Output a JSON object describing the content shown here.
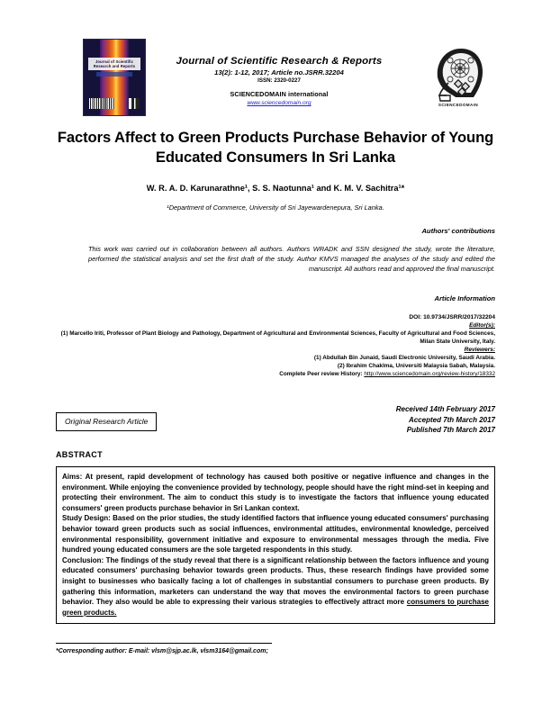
{
  "masthead": {
    "cover": {
      "title_lines": [
        "Journal of Scientific",
        "Research and Reports"
      ],
      "icon_name": "journal-cover-thumbnail"
    },
    "journal_name": "Journal of Scientific Research & Reports",
    "issue_line": "13(2): 1-12, 2017; Article no.JSRR.32204",
    "issn": "ISSN: 2320-0227",
    "publisher": "SCIENCEDOMAIN international",
    "publisher_site": "www.sciencedomain.org",
    "logo_label": "SCIENCEDOMAIN"
  },
  "article": {
    "title": "Factors Affect to Green Products Purchase Behavior of Young Educated Consumers In Sri Lanka",
    "authors": "W. R. A. D. Karunarathne¹, S. S. Naotunna¹ and K. M. V. Sachitra¹*",
    "affiliation": "¹Department of Commerce, University of Sri Jayewardenepura, Sri Lanka.",
    "type_badge": "Original Research Article"
  },
  "contributions": {
    "heading": "Authors' contributions",
    "body": "This work was carried out in collaboration between all authors. Authors WRADK and SSN designed the study, wrote the literature, performed the statistical analysis and set the first draft of the study. Author KMVS managed the analyses of the study and edited the manuscript. All authors read and approved the final manuscript."
  },
  "article_information": {
    "heading": "Article Information",
    "doi": "DOI: 10.9734/JSRR/2017/32204",
    "editor_label": "Editor(s):",
    "editors": [
      "(1) Marcello Iriti, Professor of Plant Biology and Pathology, Department of Agricultural and Environmental Sciences, Faculty of Agricultural and Food Sciences, Milan State University, Italy."
    ],
    "reviewer_label": "Reviewers:",
    "reviewers": [
      "(1) Abdullah Bin Junaid, Saudi Electronic University, Saudi Arabia.",
      "(2) Ibrahim Chaklma, Universiti Malaysia Sabah, Malaysia."
    ],
    "peer_review_label": "Complete Peer review History:",
    "peer_review_url": "http://www.sciencedomain.org/review-history/18332"
  },
  "dates": {
    "received": "Received 14th February 2017",
    "accepted": "Accepted 7th March 2017",
    "published": "Published 7th March 2017"
  },
  "abstract": {
    "heading": "ABSTRACT",
    "aims_label": "Aims:",
    "aims_text": " At present, rapid development of technology has caused both positive or negative influence and changes in the environment. While enjoying the convenience provided by technology, people should have the right mind-set in keeping and protecting their environment. The aim to conduct this study is to investigate the factors that influence young educated consumers' green products purchase behavior in Sri Lankan context.",
    "design_label": "Study Design:",
    "design_text": " Based on the prior studies, the study identified factors that influence young educated consumers' purchasing behavior toward green products such as social influences, environmental attitudes, environmental knowledge, perceived environmental responsibility, government initiative and exposure to environmental messages through the media. Five hundred young educated consumers are the sole targeted respondents in this study.",
    "conclusion_label": "Conclusion:",
    "conclusion_text": " The findings of the study reveal that there is a significant relationship between the factors influence and young educated consumers' purchasing behavior towards green products. Thus, these research findings have provided some insight to businesses who basically facing a lot of challenges in substantial consumers to purchase green products. By gathering this information, marketers can understand the way that moves the environmental factors to green purchase behavior. They also would be able to expressing their various strategies to effectively attract more ",
    "conclusion_tail_underlined": "consumers to purchase green products."
  },
  "footer": {
    "corresponding": "*Corresponding author: E-mail: vlsm@sjp.ac.lk, vlsm3164@gmail.com;"
  }
}
